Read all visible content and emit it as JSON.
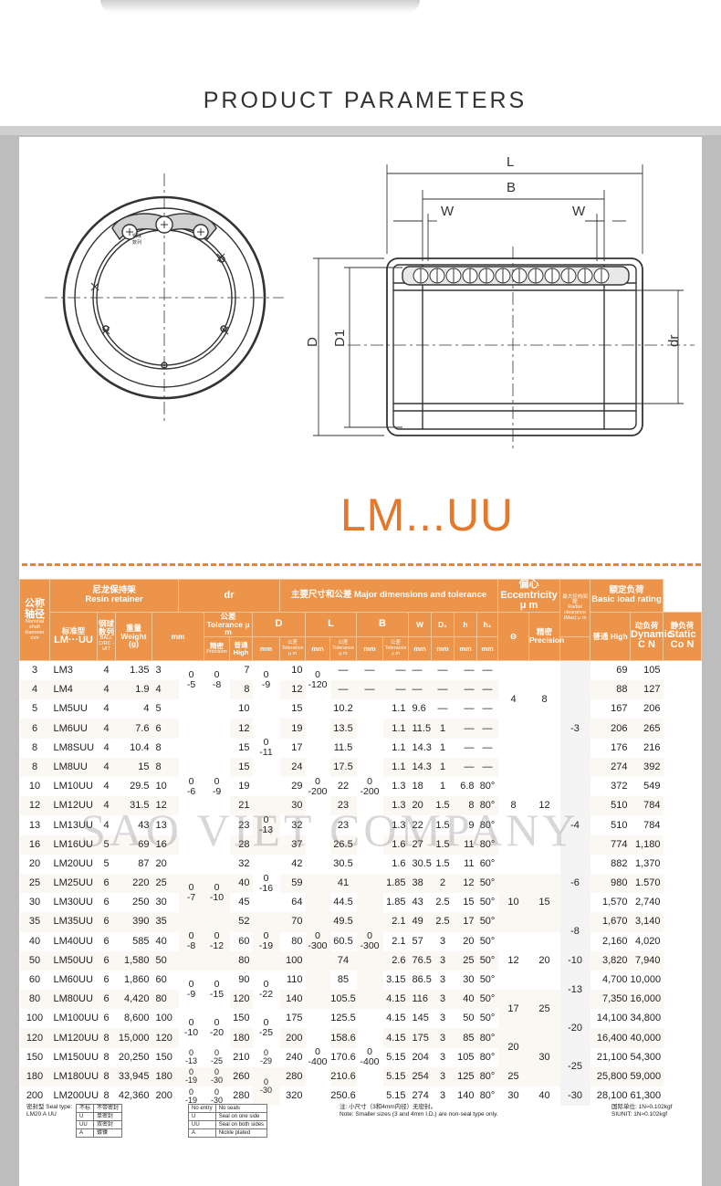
{
  "header": {
    "title": "PRODUCT PARAMETERS"
  },
  "diagram": {
    "labels": {
      "L": "L",
      "B": "B",
      "W": "W",
      "D": "D",
      "D1": "D1",
      "dr": "dr"
    }
  },
  "model_title": "LM...UU",
  "table": {
    "h_shaft_cn": "公称轴径",
    "h_shaft_en": "Nominal shaft diameter mm",
    "h_retainer_cn": "尼龙保持架",
    "h_retainer_en": "Resin retainer",
    "h_std_cn": "标准型",
    "h_std_en": "LM···UU",
    "h_balls_cn": "钢球数列",
    "h_balls_en": "BALL CIRC -UIT",
    "h_weight_cn": "重量",
    "h_weight_en": "Weight (g)",
    "h_dr": "dr",
    "h_dr_tol": "公差 Tolerance μ m",
    "h_mm": "mm",
    "h_prec_cn": "精密",
    "h_prec_en": "Precision",
    "h_high_cn": "普通",
    "h_high_en": "High",
    "h_major": "主要尺寸和公差 Major dimensions and tolerance",
    "h_D": "D",
    "h_L": "L",
    "h_B": "B",
    "h_W": "W",
    "h_D1": "D₁",
    "h_h": "h",
    "h_h1": "h₁",
    "h_theta": "Θ",
    "h_tol": "公差 Tolerance μ m",
    "h_ecc_cn": "偏心",
    "h_ecc_en": "Eccentricity μ m",
    "h_ecc_prec": "精密 Precision",
    "h_ecc_high": "普通 High",
    "h_rad_cn": "最大径向间隙",
    "h_rad_en": "Radial clearance (Max) μ m",
    "h_load_cn": "额定负荷",
    "h_load_en": "Basic load rating",
    "h_dyn_cn": "动负荷",
    "h_dyn_en": "Dynamic C N",
    "h_sta_cn": "静负荷",
    "h_sta_en": "Static Co N",
    "rows": [
      [
        "3",
        "LM3",
        "4",
        "1.35",
        "3",
        "7",
        "10",
        "—",
        "—",
        "—",
        "—",
        "—",
        "—",
        "—",
        "69",
        "105"
      ],
      [
        "4",
        "LM4",
        "4",
        "1.9",
        "4",
        "8",
        "12",
        "—",
        "—",
        "—",
        "—",
        "—",
        "—",
        "—",
        "88",
        "127"
      ],
      [
        "5",
        "LM5UU",
        "4",
        "4",
        "5",
        "10",
        "15",
        "10.2",
        "",
        "1.1",
        "9.6",
        "—",
        "—",
        "—",
        "167",
        "206"
      ],
      [
        "6",
        "LM6UU",
        "4",
        "7.6",
        "6",
        "12",
        "19",
        "13.5",
        "",
        "1.1",
        "11.5",
        "1",
        "—",
        "—",
        "206",
        "265"
      ],
      [
        "8",
        "LM8SUU",
        "4",
        "10.4",
        "8",
        "15",
        "17",
        "11.5",
        "",
        "1.1",
        "14.3",
        "1",
        "—",
        "—",
        "176",
        "216"
      ],
      [
        "8",
        "LM8UU",
        "4",
        "15",
        "8",
        "15",
        "24",
        "17.5",
        "",
        "1.1",
        "14.3",
        "1",
        "—",
        "—",
        "274",
        "392"
      ],
      [
        "10",
        "LM10UU",
        "4",
        "29.5",
        "10",
        "19",
        "29",
        "22",
        "",
        "1.3",
        "18",
        "1",
        "6.8",
        "80°",
        "372",
        "549"
      ],
      [
        "12",
        "LM12UU",
        "4",
        "31.5",
        "12",
        "21",
        "30",
        "23",
        "",
        "1.3",
        "20",
        "1.5",
        "8",
        "80°",
        "510",
        "784"
      ],
      [
        "13",
        "LM13UU",
        "4",
        "43",
        "13",
        "23",
        "32",
        "23",
        "",
        "1.3",
        "22",
        "1.5",
        "9",
        "80°",
        "510",
        "784"
      ],
      [
        "16",
        "LM16UU",
        "5",
        "69",
        "16",
        "28",
        "37",
        "26.5",
        "",
        "1.6",
        "27",
        "1.5",
        "11",
        "80°",
        "774",
        "1,180"
      ],
      [
        "20",
        "LM20UU",
        "5",
        "87",
        "20",
        "32",
        "42",
        "30.5",
        "",
        "1.6",
        "30.5",
        "1.5",
        "11",
        "60°",
        "882",
        "1,370"
      ],
      [
        "25",
        "LM25UU",
        "6",
        "220",
        "25",
        "40",
        "59",
        "41",
        "",
        "1.85",
        "38",
        "2",
        "12",
        "50°",
        "980",
        "1.570"
      ],
      [
        "30",
        "LM30UU",
        "6",
        "250",
        "30",
        "45",
        "64",
        "44.5",
        "",
        "1.85",
        "43",
        "2.5",
        "15",
        "50°",
        "1,570",
        "2,740"
      ],
      [
        "35",
        "LM35UU",
        "6",
        "390",
        "35",
        "52",
        "70",
        "49.5",
        "",
        "2.1",
        "49",
        "2.5",
        "17",
        "50°",
        "1,670",
        "3,140"
      ],
      [
        "40",
        "LM40UU",
        "6",
        "585",
        "40",
        "60",
        "80",
        "60.5",
        "",
        "2.1",
        "57",
        "3",
        "20",
        "50°",
        "2,160",
        "4,020"
      ],
      [
        "50",
        "LM50UU",
        "6",
        "1,580",
        "50",
        "80",
        "100",
        "74",
        "",
        "2.6",
        "76.5",
        "3",
        "25",
        "50°",
        "3,820",
        "7,940"
      ],
      [
        "60",
        "LM60UU",
        "6",
        "1,860",
        "60",
        "90",
        "110",
        "85",
        "",
        "3.15",
        "86.5",
        "3",
        "30",
        "50°",
        "4,700",
        "10,000"
      ],
      [
        "80",
        "LM80UU",
        "6",
        "4,420",
        "80",
        "120",
        "140",
        "105.5",
        "",
        "4.15",
        "116",
        "3",
        "40",
        "50°",
        "7,350",
        "16,000"
      ],
      [
        "100",
        "LM100UU",
        "6",
        "8,600",
        "100",
        "150",
        "175",
        "125.5",
        "",
        "4.15",
        "145",
        "3",
        "50",
        "50°",
        "14,100",
        "34,800"
      ],
      [
        "120",
        "LM120UU",
        "8",
        "15,000",
        "120",
        "180",
        "200",
        "158.6",
        "",
        "4.15",
        "175",
        "3",
        "85",
        "80°",
        "16,400",
        "40,000"
      ],
      [
        "150",
        "LM150UU",
        "8",
        "20,250",
        "150",
        "210",
        "240",
        "170.6",
        "",
        "5.15",
        "204",
        "3",
        "105",
        "80°",
        "21,100",
        "54,300"
      ],
      [
        "180",
        "LM180UU",
        "8",
        "33,945",
        "180",
        "260",
        "280",
        "210.6",
        "",
        "5.15",
        "254",
        "3",
        "125",
        "80°",
        "25,800",
        "59,000"
      ],
      [
        "200",
        "LM200UU",
        "8",
        "42,360",
        "200",
        "280",
        "320",
        "250.6",
        "",
        "5.15",
        "274",
        "3",
        "140",
        "80°",
        "28,100",
        "61,300"
      ]
    ],
    "tol": {
      "dr_p1": [
        "0",
        "-5"
      ],
      "dr_h1": [
        "0",
        "-8"
      ],
      "dr_p2": [
        "0",
        "-6"
      ],
      "dr_h2": [
        "0",
        "-9"
      ],
      "dr_p3": [
        "0",
        "-7"
      ],
      "dr_h3": [
        "0",
        "-10"
      ],
      "dr_p4": [
        "0",
        "-8"
      ],
      "dr_h4": [
        "0",
        "-12"
      ],
      "dr_p5": [
        "0",
        "-9"
      ],
      "dr_h5": [
        "0",
        "-15"
      ],
      "dr_p6": [
        "0",
        "-10"
      ],
      "dr_h6": [
        "0",
        "-20"
      ],
      "dr_p7": [
        "0",
        "-13"
      ],
      "dr_h7": [
        "0",
        "-25"
      ],
      "dr_p8": [
        "0",
        "-19"
      ],
      "dr_h8": [
        "0",
        "-30"
      ],
      "dr_p9": [
        "0",
        "-19"
      ],
      "dr_h9": [
        "0",
        "-30"
      ],
      "D1": [
        "0",
        "-9"
      ],
      "D2": [
        "0",
        "-11"
      ],
      "D3": [
        "0",
        "-13"
      ],
      "D4": [
        "0",
        "-16"
      ],
      "D5": [
        "0",
        "-19"
      ],
      "D6": [
        "0",
        "-22"
      ],
      "D7": [
        "0",
        "-25"
      ],
      "D8": [
        "0",
        "-29"
      ],
      "D9": [
        "0",
        "-30"
      ],
      "L1": [
        "0",
        "-120"
      ],
      "L2": [
        "0",
        "-200"
      ],
      "L3": [
        "0",
        "-300"
      ],
      "L4": [
        "0",
        "-400"
      ],
      "B1": [
        "0",
        "-200"
      ],
      "B2": [
        "0",
        "-300"
      ],
      "B3": [
        "0",
        "-400"
      ]
    },
    "ecc": [
      "4",
      "8",
      "8",
      "12",
      "10",
      "15",
      "12",
      "20",
      "17",
      "25",
      "20",
      "30",
      "25",
      "30",
      "40"
    ],
    "rad": [
      "-3",
      "-4",
      "-6",
      "-8",
      "-10",
      "-13",
      "-20",
      "-25",
      "-30"
    ]
  },
  "watermark": "SAO VIET COMPANY",
  "footer": {
    "seal_type": "密封型 Seal type:",
    "seal_example": "LM20 A UU",
    "t1": [
      [
        "不标",
        "不带密封"
      ],
      [
        "U",
        "单密封"
      ],
      [
        "UU",
        "双密封"
      ],
      [
        "A",
        "镀镍"
      ]
    ],
    "t2": [
      [
        "No entry",
        "No seals"
      ],
      [
        "U",
        "Seal on one side"
      ],
      [
        "UU",
        "Seal on both sides"
      ],
      [
        "A",
        "Nickle plated"
      ]
    ],
    "note_cn": "注: 小尺寸（3和4mm内径）无密封。",
    "note_en": "Note: Smaller sizes (3 and 4mm I.D.) are non-seal type only.",
    "unit1": "国际单位: 1N≈0.102kgf",
    "unit2": "SIUNIT: 1N≈0.102kgf"
  }
}
